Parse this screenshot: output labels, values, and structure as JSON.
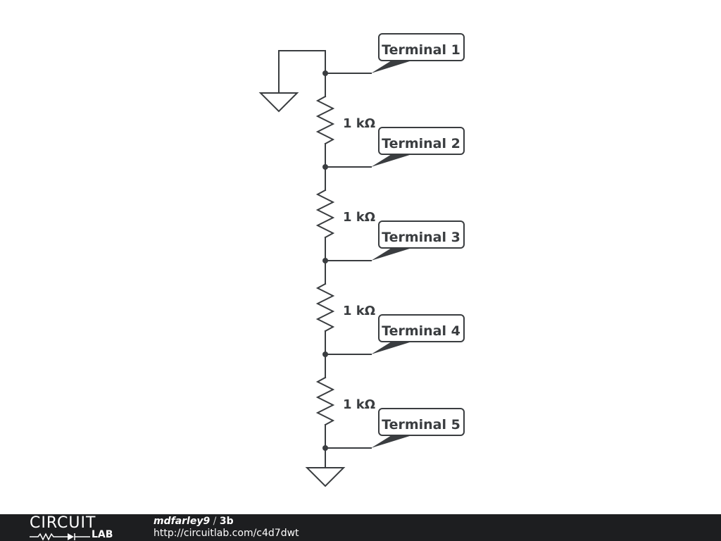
{
  "schematic": {
    "resistor_labels": [
      "1 kΩ",
      "1 kΩ",
      "1 kΩ",
      "1 kΩ"
    ],
    "terminals": [
      "Terminal 1",
      "Terminal 2",
      "Terminal 3",
      "Terminal 4",
      "Terminal 5"
    ]
  },
  "footer": {
    "logo_top": "CIRCUIT",
    "logo_bottom": "LAB",
    "author": "mdfarley9",
    "separator": "/",
    "title": "3b",
    "url": "http://circuitlab.com/c4d7dwt"
  },
  "colors": {
    "ink": "#3a3d40",
    "footer_bg": "#1d1e20"
  }
}
